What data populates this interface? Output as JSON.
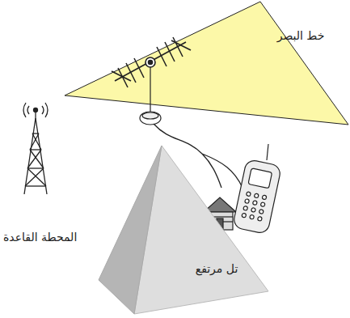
{
  "diagram": {
    "nodes": [
      {
        "text": [
          "تل مرتفع"
        ]
      }
    ],
    "labels": [
      "خط البصر",
      "المحطة القاعدة"
    ]
  }
}
